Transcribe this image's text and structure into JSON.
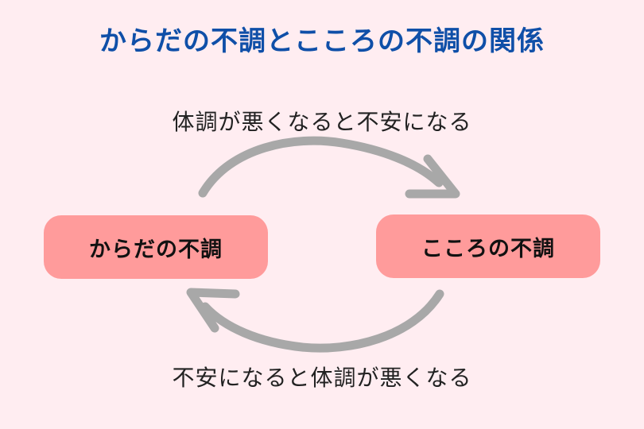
{
  "diagram": {
    "title": "からだの不調とこころの不調の関係",
    "top_caption": "体調が悪くなると不安になる",
    "bottom_caption": "不安になると体調が悪くなる",
    "nodes": {
      "body": "からだの不調",
      "mind": "こころの不調"
    },
    "colors": {
      "background": "#ffedf1",
      "title": "#0f4fa8",
      "box": "#ff9b9b",
      "arrow": "#a8a8a8"
    }
  }
}
